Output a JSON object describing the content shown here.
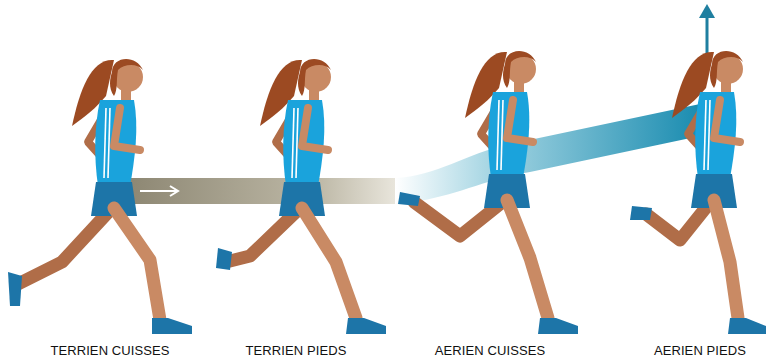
{
  "diagram": {
    "labels": [
      "TERRIEN CUISSES",
      "TERRIEN PIEDS",
      "AERIEN CUISSES",
      "AERIEN PIEDS"
    ]
  }
}
